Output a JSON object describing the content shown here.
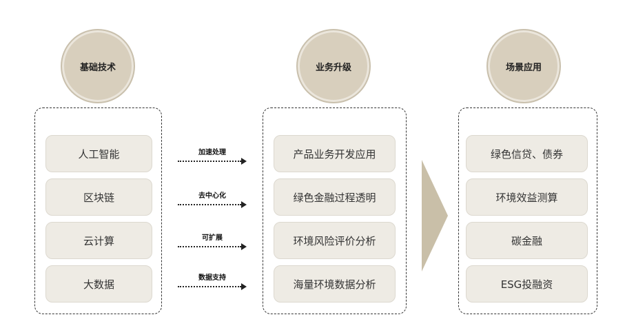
{
  "columns": [
    {
      "title": "基础技术",
      "items": [
        "人工智能",
        "区块链",
        "云计算",
        "大数据"
      ]
    },
    {
      "title": "业务升级",
      "items": [
        "产品业务开发应用",
        "绿色金融过程透明",
        "环境风险评价分析",
        "海量环境数据分析"
      ]
    },
    {
      "title": "场景应用",
      "items": [
        "绿色信贷、债券",
        "环境效益测算",
        "碳金融",
        "ESG投融资"
      ]
    }
  ],
  "arrows": [
    "加速处理",
    "去中心化",
    "可扩展",
    "数据支持"
  ],
  "colors": {
    "circle": "#d8cfbd",
    "item": "#eeebe4",
    "triangle": "#c9bfa8"
  }
}
